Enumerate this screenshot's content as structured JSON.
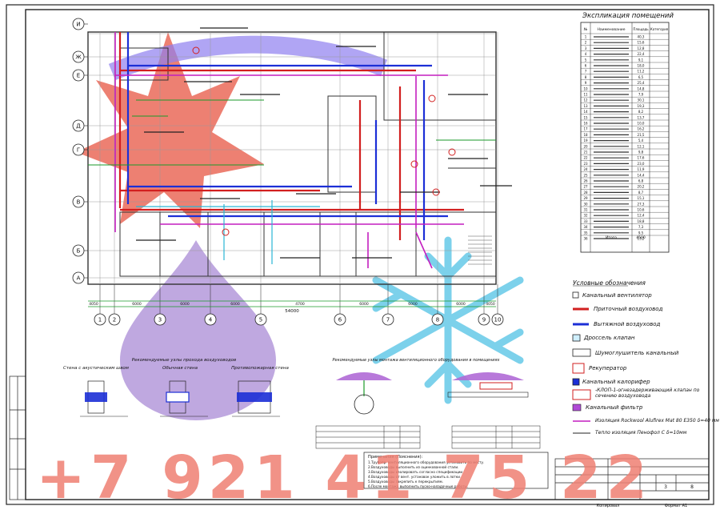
{
  "explication": {
    "title": "Экспликация помещений",
    "headers": [
      "№",
      "Наименование",
      "Площадь",
      "Категория"
    ],
    "row_numbers": [
      "1",
      "2",
      "3",
      "4",
      "5",
      "6",
      "7",
      "8",
      "9",
      "10",
      "11",
      "12",
      "13",
      "14",
      "15",
      "16",
      "17",
      "18",
      "19",
      "20",
      "21",
      "22",
      "23",
      "24",
      "25",
      "26",
      "27",
      "28",
      "29",
      "30",
      "31",
      "32",
      "33",
      "34",
      "35",
      "36"
    ],
    "sample_areas": [
      "40,3",
      "15,6",
      "12,8",
      "22,4",
      "9,1",
      "18,0",
      "11,2",
      "6,5",
      "25,4",
      "14,8",
      "7,9",
      "30,1",
      "19,3",
      "8,2",
      "13,7",
      "10,0",
      "16,2",
      "21,5",
      "5,4",
      "12,1",
      "9,8",
      "17,6",
      "23,0",
      "11,9",
      "14,4",
      "6,8",
      "20,2",
      "8,7",
      "15,1",
      "27,3",
      "10,6",
      "12,4",
      "18,8",
      "7,3",
      "9,5",
      "13,2"
    ],
    "total_label": "Итого",
    "total_value": "4500"
  },
  "legend": {
    "title": "Условные обозначения",
    "items": [
      "Канальный вентилятор",
      "Приточный воздуховод",
      "Вытяжной воздуховод",
      "Дроссель клапан",
      "Шумоглушитель канальный",
      "Рекуператор",
      "Канальный калорифер",
      "-КЛОП-1-огнезадерживающий клапан по сечению воздуховода",
      "Канальный фильтр",
      "Изоляция Rockwool Alufirex Mat 80 E350 δ=40 мм",
      "Тепло изоляция Пенофол С δ=10мм"
    ]
  },
  "axes": {
    "rows": [
      "И",
      "Ж",
      "Е",
      "Д",
      "Г",
      "В",
      "Б",
      "А"
    ],
    "columns": [
      "1",
      "2",
      "3",
      "4",
      "5",
      "6",
      "7",
      "8",
      "9",
      "10"
    ],
    "dimensions": [
      "4050",
      "6000",
      "6000",
      "6000",
      "4700",
      "6000",
      "6000",
      "6000",
      "4050"
    ],
    "total_dimension": "54000"
  },
  "details": {
    "section_title": "Рекомендуемые узлы прохода воздуховодов",
    "wall1": "Стена с акустическим швом",
    "wall2": "Обычная стена",
    "wall3": "Противопожарная стена",
    "roof_title": "Рекомендуемые узлы монтажа вентиляционного оборудования в помещениях"
  },
  "notes": {
    "title": "Примечания (Пояснения):",
    "lines": [
      "1.Трубопр. вентиляционного оборудования установить по месту.",
      "2.Воздуховоды выполнить из оцинкованной стали.",
      "3.Воздуховоды изолировать согласно спецификации.",
      "4.Воздуховоды от вент. установок уложить в лотки.",
      "5.Воздуховоды закрепить к перекрытиям.",
      "6.После монтажа выполнить пуско-наладочные работы."
    ]
  },
  "watermark": "+7 921 41 75 22",
  "stamp": {
    "sheet": "3",
    "sheets": "8",
    "format": "Формат А1",
    "copied": "Копировал"
  }
}
